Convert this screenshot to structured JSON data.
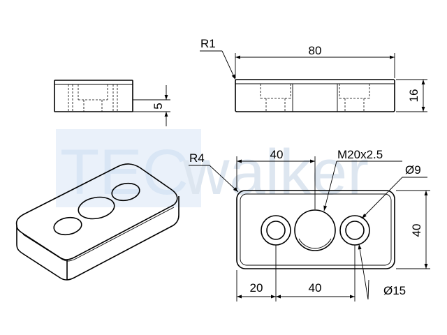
{
  "watermark": {
    "part1": "TEC",
    "part2": "walker",
    "color": "#d9e6f5"
  },
  "dimensions": {
    "radius_side": "R1",
    "length_side": "80",
    "height_side": "16",
    "chamfer_small": "5",
    "radius_top": "R4",
    "offset_40_top": "40",
    "thread": "M20x2.5",
    "hole_small": "Ø9",
    "width_top": "40",
    "offset_20": "20",
    "spacing_40": "40",
    "counterbore": "Ø15"
  },
  "colors": {
    "line": "#000000",
    "background": "#ffffff"
  }
}
